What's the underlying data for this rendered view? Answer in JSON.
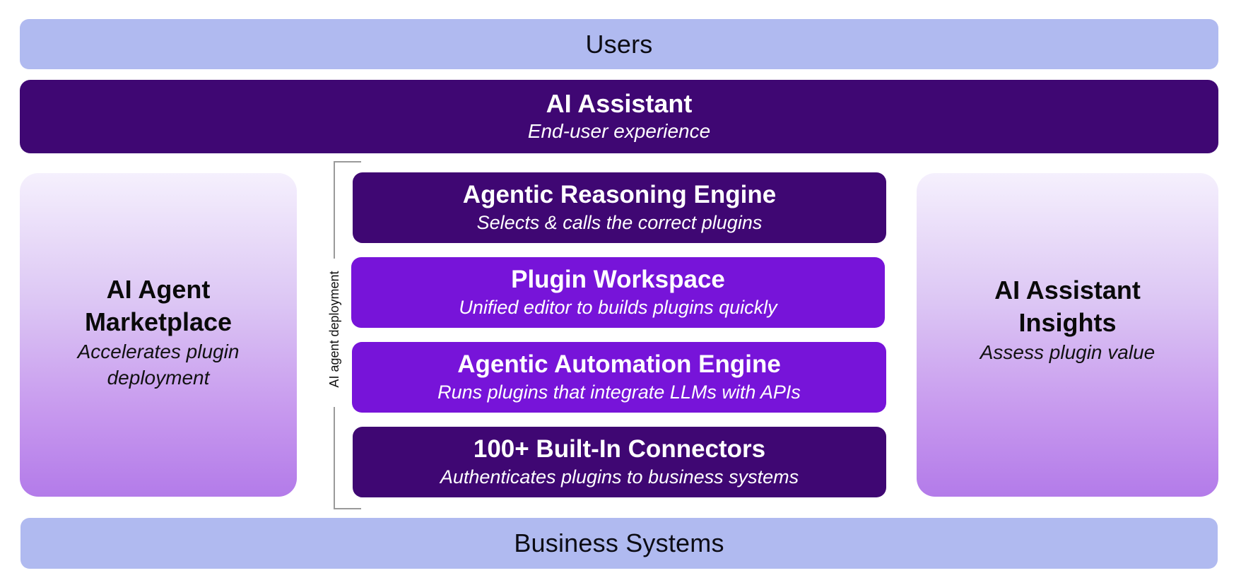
{
  "diagram": {
    "top_bar": {
      "label": "Users"
    },
    "assistant_bar": {
      "title": "AI Assistant",
      "subtitle": "End-user experience"
    },
    "left_panel": {
      "title_line1": "AI Agent",
      "title_line2": "Marketplace",
      "subtitle_line1": "Accelerates plugin",
      "subtitle_line2": "deployment"
    },
    "right_panel": {
      "title_line1": "AI Assistant",
      "title_line2": "Insights",
      "subtitle_line1": "Assess plugin value"
    },
    "bracket_label": "AI agent deployment",
    "stack": [
      {
        "title": "Agentic Reasoning Engine",
        "subtitle": "Selects & calls the correct plugins",
        "tone": "dark"
      },
      {
        "title": "Plugin Workspace",
        "subtitle": "Unified editor to builds plugins quickly",
        "tone": "bright"
      },
      {
        "title": "Agentic Automation Engine",
        "subtitle": "Runs plugins that integrate LLMs with APIs",
        "tone": "bright"
      },
      {
        "title": "100+ Built-In Connectors",
        "subtitle": "Authenticates plugins to business systems",
        "tone": "dark"
      }
    ],
    "bottom_bar": {
      "label": "Business Systems"
    },
    "colors": {
      "light_bar": "#b0baf0",
      "dark_purple": "#3f0773",
      "bright_purple": "#7714d9",
      "panel_gradient_top": "#f5f0fd",
      "panel_gradient_bottom": "#b37be9"
    }
  }
}
